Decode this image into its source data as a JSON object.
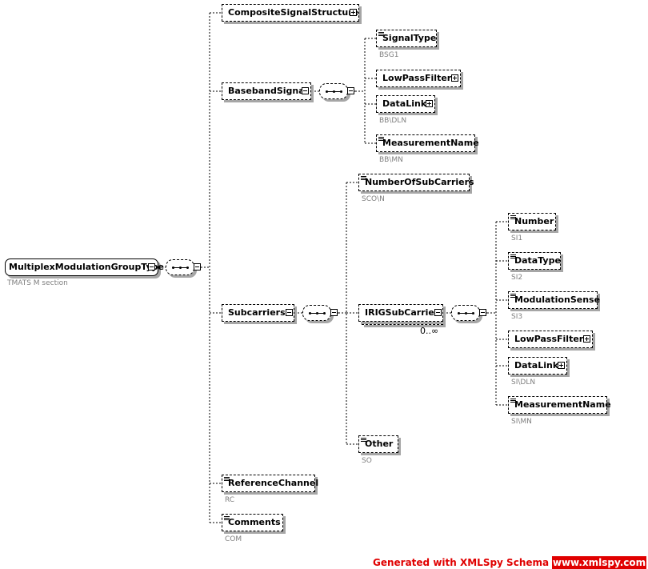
{
  "diagram": {
    "root": {
      "name": "MultiplexModulationGroupType",
      "doc": "TMATS M section"
    },
    "elements": {
      "composite_signal_structure": {
        "name": "CompositeSignalStructure"
      },
      "baseband_signal": {
        "name": "BasebandSignal"
      },
      "signal_type": {
        "name": "SignalType",
        "code": "BSG1"
      },
      "low_pass_filter_bb": {
        "name": "LowPassFilter"
      },
      "data_link_bb": {
        "name": "DataLink",
        "code": "BB\\DLN"
      },
      "measurement_name_bb": {
        "name": "MeasurementName",
        "code": "BB\\MN"
      },
      "number_of_sub_carriers": {
        "name": "NumberOfSubCarriers",
        "code": "SCO\\N"
      },
      "subcarriers": {
        "name": "Subcarriers"
      },
      "irig_sub_carrier": {
        "name": "IRIGSubCarrier",
        "occurrence": "0..∞"
      },
      "number": {
        "name": "Number",
        "code": "SI1"
      },
      "data_type": {
        "name": "DataType",
        "code": "SI2"
      },
      "modulation_sense": {
        "name": "ModulationSense",
        "code": "SI3"
      },
      "low_pass_filter_si": {
        "name": "LowPassFilter"
      },
      "data_link_si": {
        "name": "DataLink",
        "code": "SI\\DLN"
      },
      "measurement_name_si": {
        "name": "MeasurementName",
        "code": "SI\\MN"
      },
      "other": {
        "name": "Other",
        "code": "SO"
      },
      "reference_channel": {
        "name": "ReferenceChannel",
        "code": "RC"
      },
      "comments": {
        "name": "Comments",
        "code": "COM"
      }
    }
  },
  "footer": {
    "generated": "Generated with XMLSpy Schema Editor",
    "url": "www.xmlspy.com"
  },
  "colors": {
    "footer_red": "#e00000",
    "shadow": "#a6a6a6",
    "code_text": "#7f7f7f"
  }
}
